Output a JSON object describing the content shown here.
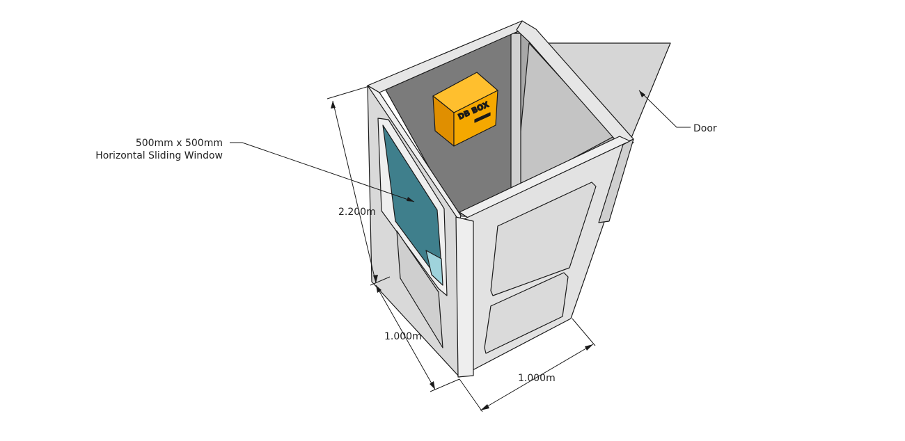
{
  "diagram": {
    "labels": {
      "window_line1": "500mm x 500mm",
      "window_line2": "Horizontal Sliding Window",
      "door": "Door",
      "height": "2.200m",
      "depth": "1.000m",
      "width": "1.000m",
      "db_box": "DB BOX"
    },
    "colors": {
      "wall_light": "#e3e3e3",
      "wall_mid": "#cfcfcf",
      "interior_dark": "#7a7a7a",
      "interior_floor": "#bdbdbd",
      "glass": "#3f7f8c",
      "db_box": "#f5a800",
      "door_panel": "#d6d6d6",
      "outline": "#1a1a1a"
    }
  }
}
